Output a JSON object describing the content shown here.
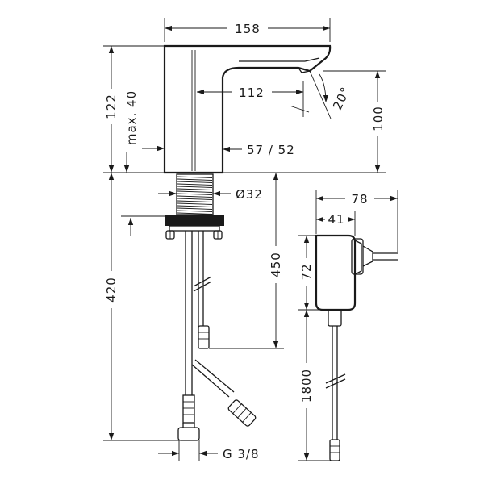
{
  "dimensions": {
    "spout_width": "158",
    "spout_reach": "112",
    "spout_angle": "20°",
    "height_122": "122",
    "max_40": "max. 40",
    "spout_height": "100",
    "body_depth": "57 / 52",
    "shank_diameter": "Ø32",
    "shank_length": "420",
    "hose_height": "450",
    "thread": "G 3/8",
    "psu_width": "78",
    "psu_depth": "41",
    "psu_height": "72",
    "cable_length": "1800"
  }
}
